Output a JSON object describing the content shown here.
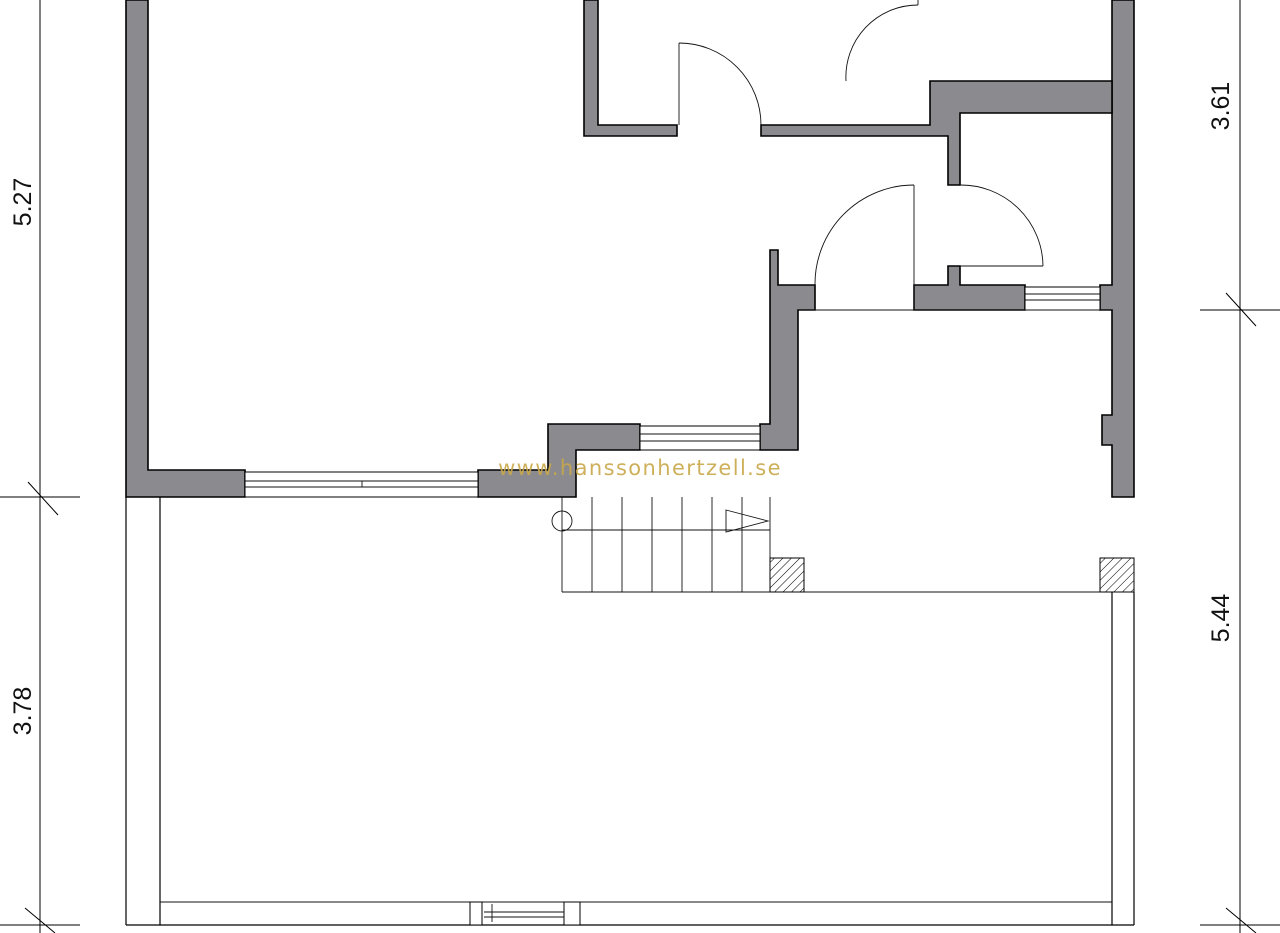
{
  "dimensions": {
    "left_top": "5.27",
    "left_bottom": "3.78",
    "right_top": "3.61",
    "right_bottom": "5.44"
  },
  "watermark": "www.hanssonhertzell.se",
  "colors": {
    "wall_fill": "#8a8a8f",
    "line": "#000000",
    "watermark": "#c9a84a",
    "background": "#ffffff"
  }
}
